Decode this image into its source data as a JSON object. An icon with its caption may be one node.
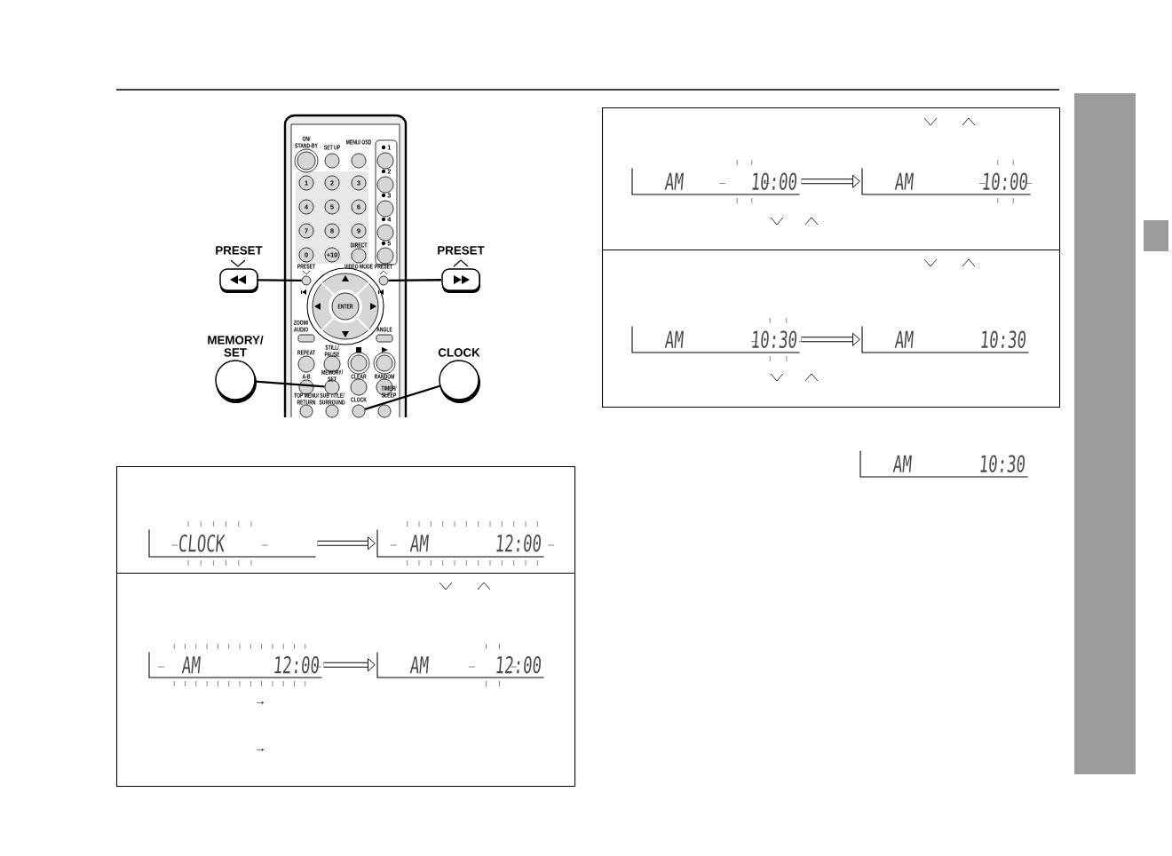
{
  "diagram": {
    "nodes": [
      {
        "text": [
          "PRESET"
        ]
      },
      {
        "text": [
          "PRESET"
        ]
      },
      {
        "text": [
          "MEMORY/ SET"
        ]
      },
      {
        "text": [
          "CLOCK"
        ]
      },
      {
        "text": [],
        "shape": "circle",
        "beside": [
          "PRESET"
        ]
      },
      {
        "text": [],
        "shape": "circle",
        "beside": [
          "PRESET"
        ]
      },
      {
        "text": [],
        "shape": "circle",
        "beside": [
          "MEMORY/ SET"
        ]
      },
      {
        "text": [],
        "shape": "circle",
        "beside": [
          "CLOCK"
        ]
      },
      {
        "text": [],
        "shape": "box"
      },
      {
        "text": [
          "CLOCK"
        ],
        "in": 8
      },
      {
        "text": [
          "AM",
          "12:00"
        ],
        "in": 8
      },
      {
        "text": [],
        "shape": "box"
      },
      {
        "text": [
          "AM",
          "12:00"
        ],
        "in": 11
      },
      {
        "text": [
          "AM",
          "12:00"
        ],
        "in": 11
      },
      {
        "text": [],
        "shape": "box"
      },
      {
        "text": [
          "AM",
          "10:00"
        ],
        "in": 14
      },
      {
        "text": [
          "AM",
          "10:00"
        ],
        "in": 14
      },
      {
        "text": [],
        "shape": "box"
      },
      {
        "text": [
          "AM",
          "10:30"
        ],
        "in": 17
      },
      {
        "text": [
          "AM",
          "10:30"
        ],
        "in": 17
      },
      {
        "text": [
          "AM",
          "10:30"
        ]
      }
    ],
    "edges": [
      {
        "from": 0,
        "to": 4,
        "arrow": "none"
      },
      {
        "from": 1,
        "to": 5,
        "arrow": "none"
      },
      {
        "from": 2,
        "to": 6,
        "arrow": "none"
      },
      {
        "from": 3,
        "to": 7,
        "arrow": "none"
      },
      {
        "from": 9,
        "to": 10,
        "arrow": "to",
        "style": "thick"
      },
      {
        "from": 12,
        "to": 13,
        "arrow": "to",
        "style": "thick"
      },
      {
        "from": 15,
        "to": 16,
        "arrow": "to",
        "style": "thick"
      },
      {
        "from": 18,
        "to": 19,
        "arrow": "to",
        "style": "thick"
      }
    ],
    "labels": [
      "ON/ STAND-BY",
      "SET UP",
      "MENU/ OSD",
      "1",
      "1",
      "2",
      "3",
      "2",
      "4",
      "5",
      "6",
      "3",
      "7",
      "8",
      "9",
      "4",
      "DIRECT",
      "5",
      "0",
      "+10",
      "VIDEO MODE",
      "ENTER",
      "ZOOM/ AUDIO",
      "ANGLE",
      "REPEAT",
      "STILL/ PAUSE",
      "A-B",
      "CLEAR",
      "RANDOM",
      "TOP MENU/ RETURN",
      "SUB TITLE/ SURROUND",
      "TIMER/ SLEEP",
      "→",
      "→"
    ]
  }
}
